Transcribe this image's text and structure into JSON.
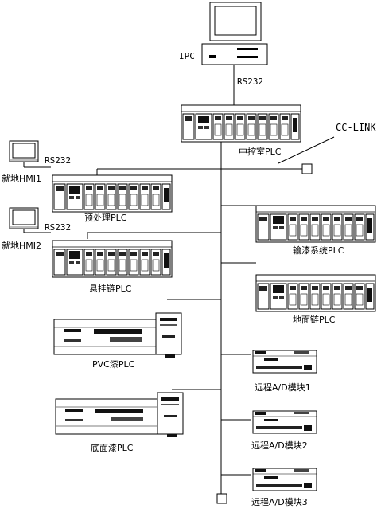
{
  "labels": {
    "ipc": "IPC",
    "rs232_top": "RS232",
    "central_plc": "中控室PLC",
    "cclink": "CC-LINK",
    "rs232_hmi1": "RS232",
    "hmi1": "就地HMI1",
    "pretreat_plc": "预处理PLC",
    "rs232_hmi2": "RS232",
    "hmi2": "就地HMI2",
    "conveyor_plc": "输漆系统PLC",
    "hang_chain_plc": "悬挂链PLC",
    "floor_chain_plc": "地面链PLC",
    "pvc_plc": "PVC漆PLC",
    "remote_ad1": "远程A/D模块1",
    "remote_ad2": "远程A/D模块2",
    "base_paint_plc": "底面漆PLC",
    "remote_ad3": "远程A/D模块3"
  },
  "device_icons": [
    "ipc-computer-icon",
    "hmi-monitor-icon",
    "plc-rack-icon",
    "compact-plc-icon",
    "remote-io-module-icon",
    "terminator-icon"
  ]
}
